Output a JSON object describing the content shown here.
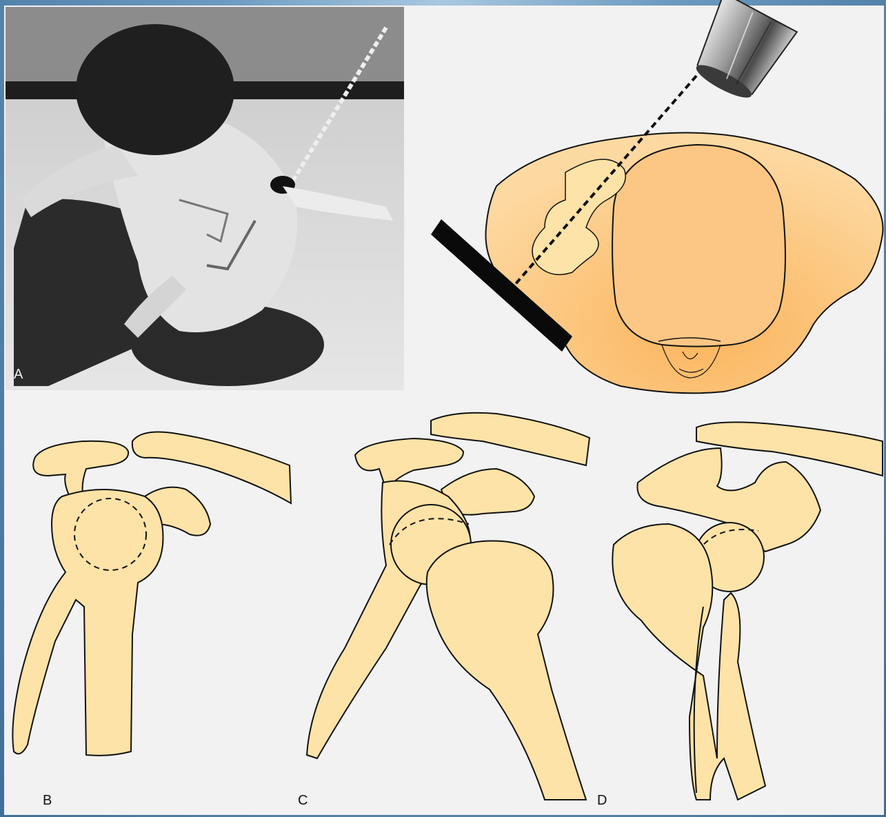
{
  "panels": {
    "a": {
      "label": "A"
    },
    "b": {
      "label": "B"
    },
    "c": {
      "label": "C"
    },
    "d": {
      "label": "D"
    }
  },
  "colors": {
    "bone": "#fde3a7",
    "body_top_view": "#fcc277",
    "outline": "#111111",
    "photo_dark": "#2b2b2b",
    "photo_light": "#d9d9d9"
  },
  "icons": {
    "xray_tube": "x-ray-tube-icon",
    "detector_plate": "detector-plate-icon"
  }
}
